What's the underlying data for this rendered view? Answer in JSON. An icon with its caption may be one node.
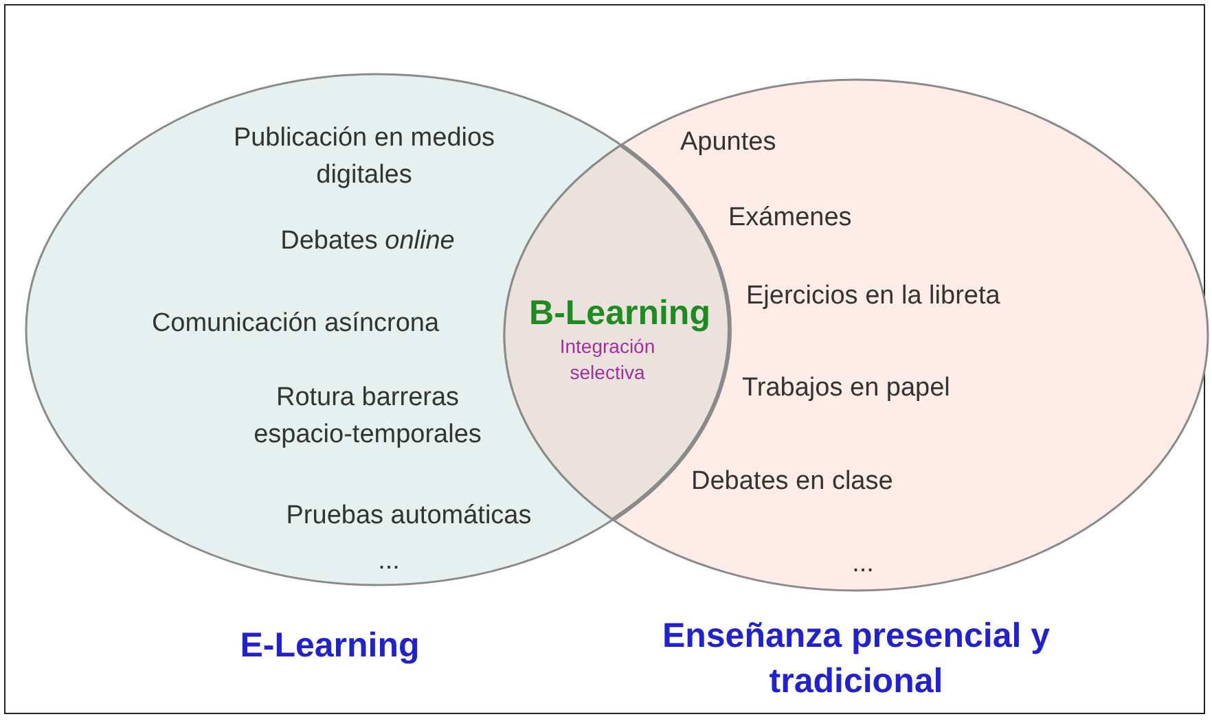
{
  "diagram": {
    "nodes": [
      {
        "text": [
          "E-Learning"
        ]
      },
      {
        "text": [
          "Enseñanza presencial y tradicional"
        ]
      },
      {
        "text": [
          "B-Learning",
          "Integración selectiva"
        ]
      }
    ],
    "labels": [
      "Publicación en medios digitales",
      "Apuntes",
      "Exámenes",
      "Debates *online*",
      "Comunicación asíncrona",
      "Ejercicios en la libreta",
      "Trabajos en papel",
      "Rotura barreras espacio-temporales",
      "Debates en clase",
      "Pruebas automáticas",
      "...",
      "..."
    ]
  }
}
